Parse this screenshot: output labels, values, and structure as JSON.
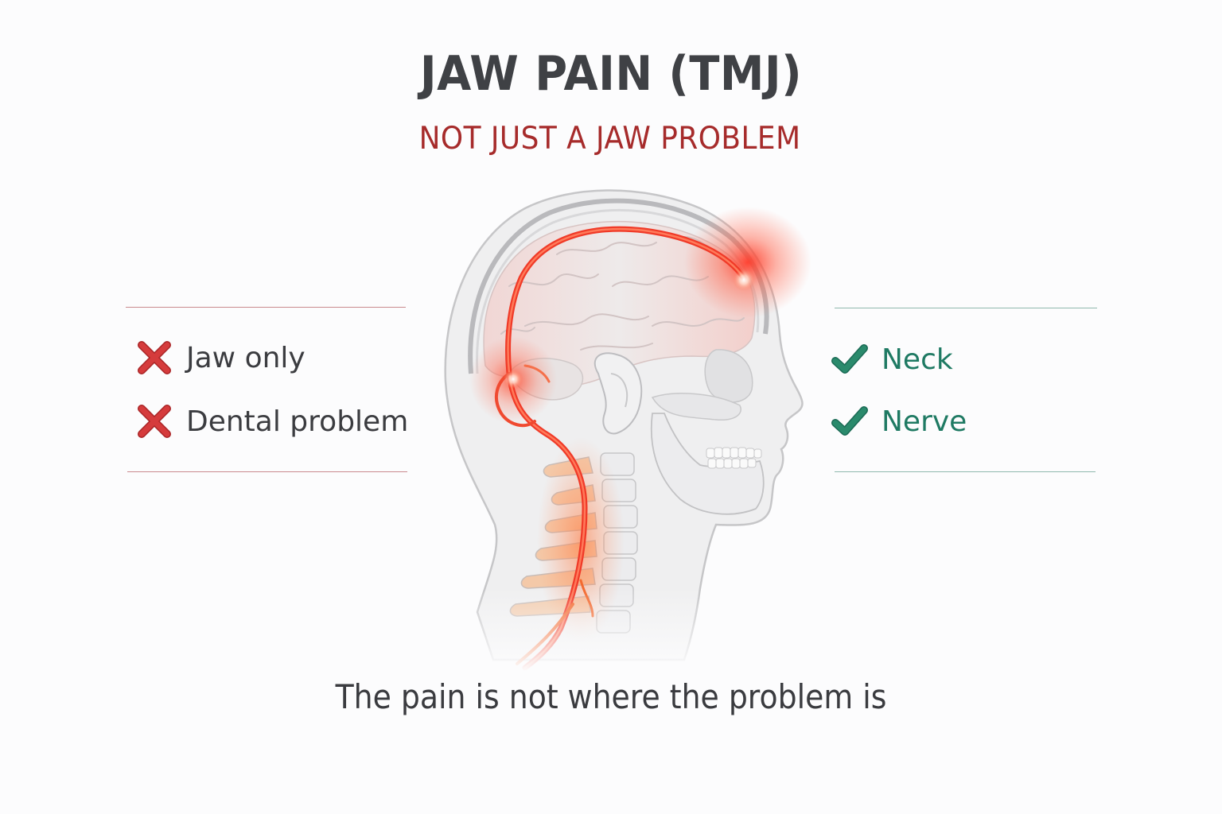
{
  "header": {
    "title": "JAW PAIN (TMJ)",
    "subtitle": "NOT JUST A JAW PROBLEM"
  },
  "left_panel": {
    "icon": "x-mark-icon",
    "color": "#d0383a",
    "items": [
      {
        "label": "Jaw only"
      },
      {
        "label": "Dental problem"
      }
    ]
  },
  "right_panel": {
    "icon": "checkmark-icon",
    "color": "#1f7a63",
    "items": [
      {
        "label": "Neck"
      },
      {
        "label": "Nerve"
      }
    ]
  },
  "illustration": {
    "subject": "head-profile-skull-brain-cervical-spine",
    "highlight_color": "#f0432d"
  },
  "footer": {
    "caption": "The pain is not where the problem is"
  },
  "colors": {
    "background": "#fcfcfd",
    "title": "#3f4145",
    "subtitle": "#a62b2b",
    "negative": "#d0383a",
    "positive": "#1f7a63"
  }
}
